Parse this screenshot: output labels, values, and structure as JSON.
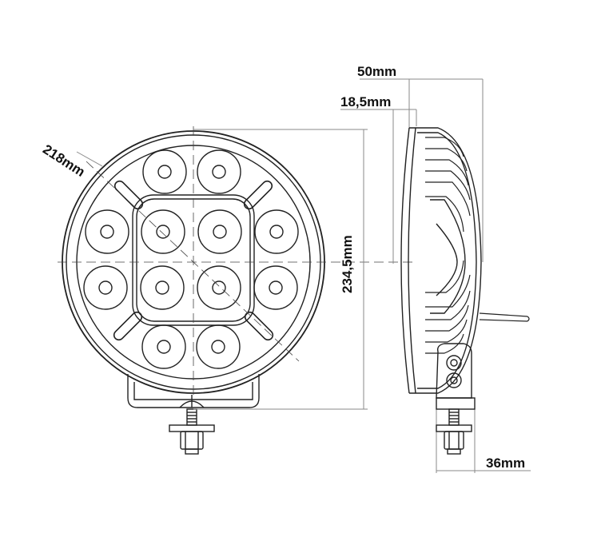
{
  "colors": {
    "line": "#222222",
    "dim_line": "#8a8a8a",
    "text": "#111111",
    "background": "#ffffff"
  },
  "dimensions": {
    "diameter": "218mm",
    "height": "234,5mm",
    "depth_total": "50mm",
    "depth_front": "18,5mm",
    "bracket_width": "36mm"
  }
}
